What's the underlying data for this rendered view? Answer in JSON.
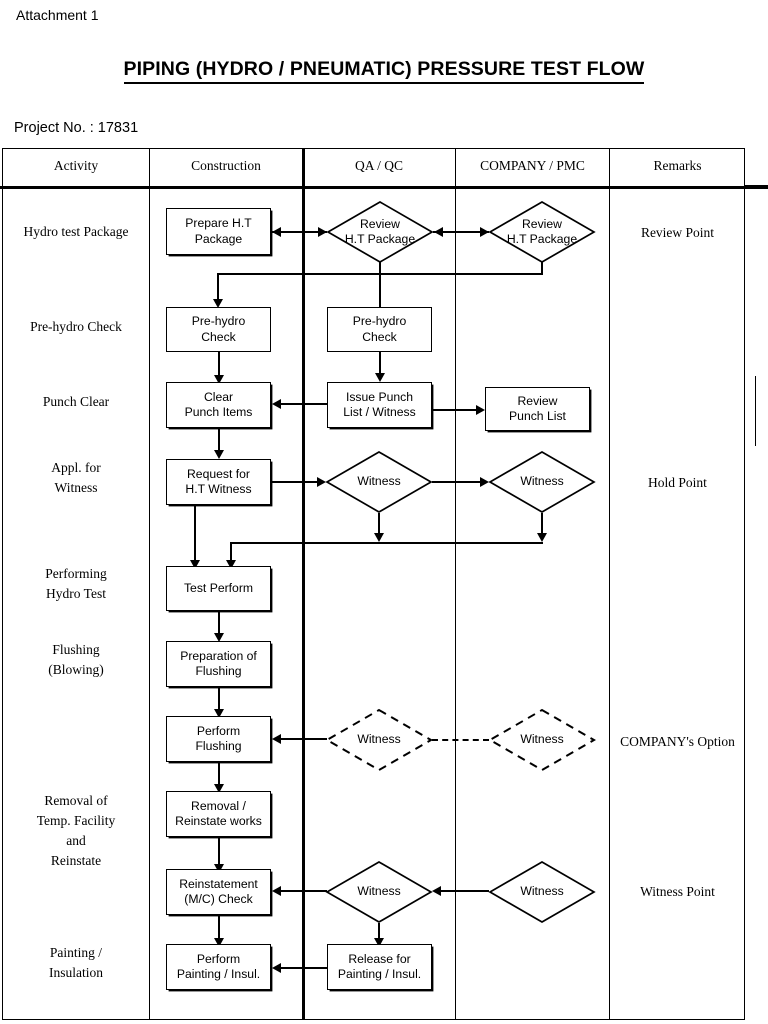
{
  "document": {
    "attachment": "Attachment 1",
    "title": "PIPING (HYDRO / PNEUMATIC) PRESSURE TEST FLOW",
    "project_label": "Project No. : 17831"
  },
  "table": {
    "headers": [
      {
        "label": "Activity"
      },
      {
        "label": "Construction"
      },
      {
        "label": "QA / QC"
      },
      {
        "label": "COMPANY / PMC"
      },
      {
        "label": "Remarks"
      }
    ]
  },
  "activities": [
    {
      "label": "Hydro test Package"
    },
    {
      "label": "Pre-hydro Check"
    },
    {
      "label": "Punch Clear"
    },
    {
      "label": "Appl. for\nWitness",
      "line1": "Appl. for",
      "line2": "Witness"
    },
    {
      "label": "Performing Hydro Test",
      "line1": "Performing",
      "line2": "Hydro Test"
    },
    {
      "label": "Flushing (Blowing)",
      "line1": "Flushing",
      "line2": "(Blowing)"
    },
    {
      "label": "Removal of Temp. Facility and Reinstate",
      "line1": "Removal of",
      "line2": "Temp. Facility",
      "line3": "and",
      "line4": "Reinstate"
    },
    {
      "label": "Painting / Insulation",
      "line1": "Painting /",
      "line2": "Insulation"
    }
  ],
  "construction": [
    {
      "id": "prepare-ht-package",
      "line1": "Prepare H.T",
      "line2": "Package"
    },
    {
      "id": "pre-hydro-check",
      "line1": "Pre-hydro",
      "line2": "Check"
    },
    {
      "id": "clear-punch-items",
      "line1": "Clear",
      "line2": "Punch Items"
    },
    {
      "id": "request-ht-witness",
      "line1": "Request for",
      "line2": "H.T Witness"
    },
    {
      "id": "test-perform",
      "line1": "Test Perform",
      "line2": ""
    },
    {
      "id": "preparation-of-flushing",
      "line1": "Preparation of",
      "line2": "Flushing"
    },
    {
      "id": "perform-flushing",
      "line1": "Perform",
      "line2": "Flushing"
    },
    {
      "id": "removal-reinstate-works",
      "line1": "Removal /",
      "line2": "Reinstate works"
    },
    {
      "id": "reinstatement-mc-check",
      "line1": "Reinstatement",
      "line2": "(M/C) Check"
    },
    {
      "id": "perform-painting-insul",
      "line1": "Perform",
      "line2": "Painting / Insul."
    }
  ],
  "qaqc": [
    {
      "id": "review-ht-package-qa",
      "shape": "diamond",
      "line1": "Review",
      "line2": "H.T Package"
    },
    {
      "id": "pre-hydro-check-qa",
      "shape": "box",
      "line1": "Pre-hydro",
      "line2": "Check"
    },
    {
      "id": "issue-punch-list-witness",
      "shape": "box",
      "line1": "Issue Punch",
      "line2": "List / Witness"
    },
    {
      "id": "witness-ht-qa",
      "shape": "diamond",
      "line1": "Witness",
      "line2": ""
    },
    {
      "id": "witness-flushing-qa",
      "shape": "diamond-dashed",
      "line1": "Witness",
      "line2": ""
    },
    {
      "id": "witness-reinstate-qa",
      "shape": "diamond",
      "line1": "Witness",
      "line2": ""
    },
    {
      "id": "release-for-painting-insul",
      "shape": "box",
      "line1": "Release for",
      "line2": "Painting / Insul."
    }
  ],
  "company": [
    {
      "id": "review-ht-package-company",
      "shape": "diamond",
      "line1": "Review",
      "line2": "H.T Package"
    },
    {
      "id": "review-punch-list",
      "shape": "box",
      "line1": "Review",
      "line2": "Punch List"
    },
    {
      "id": "witness-ht-company",
      "shape": "diamond",
      "line1": "Witness",
      "line2": ""
    },
    {
      "id": "witness-flushing-company",
      "shape": "diamond-dashed",
      "line1": "Witness",
      "line2": ""
    },
    {
      "id": "witness-reinstate-company",
      "shape": "diamond",
      "line1": "Witness",
      "line2": ""
    }
  ],
  "remarks": [
    {
      "id": "remark-review-point",
      "label": "Review Point"
    },
    {
      "id": "remark-hold-point",
      "label": "Hold Point"
    },
    {
      "id": "remark-company-option",
      "label": "COMPANY's Option"
    },
    {
      "id": "remark-witness-point",
      "label": "Witness Point"
    }
  ],
  "colors": {
    "line": "#000000",
    "background": "#ffffff"
  }
}
